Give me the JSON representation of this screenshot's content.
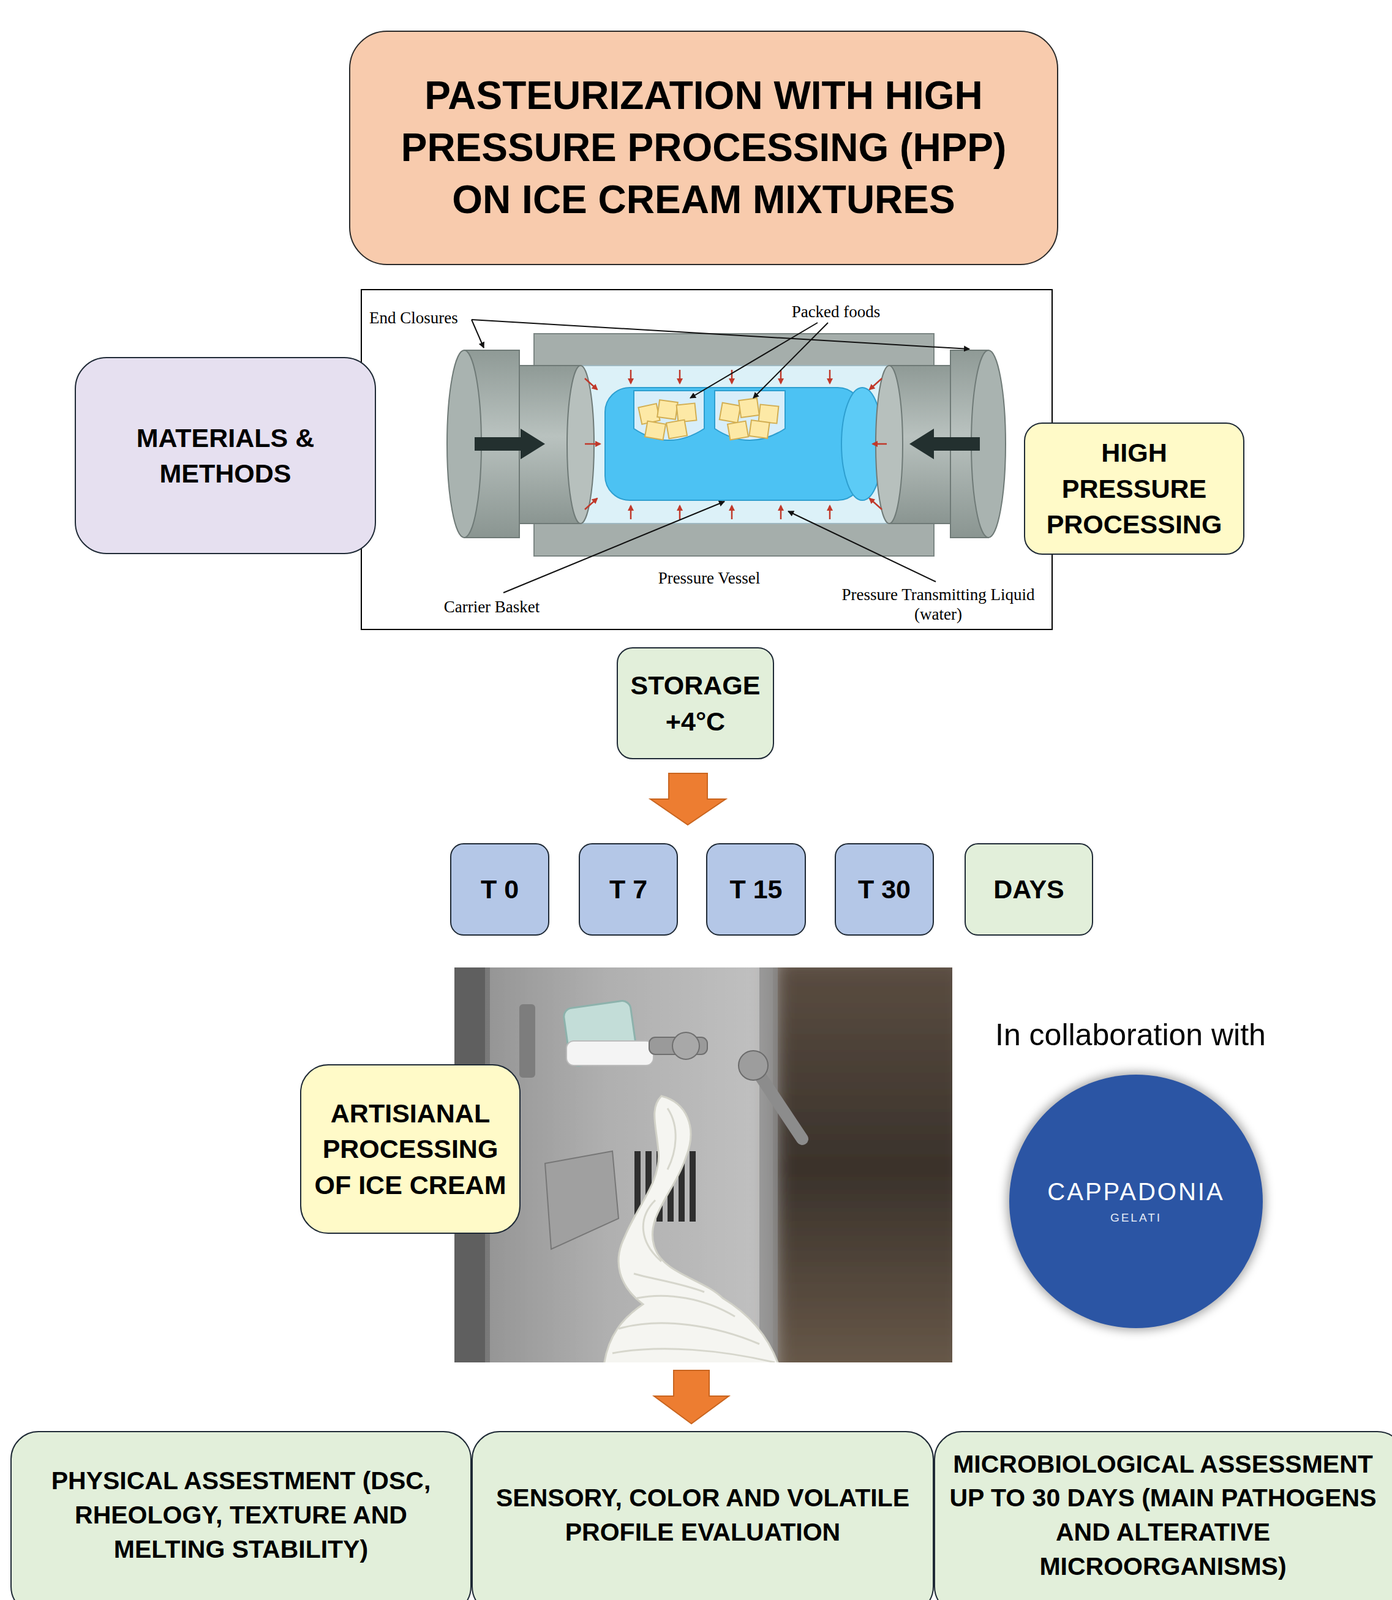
{
  "diagram": {
    "title": "PASTEURIZATION WITH HIGH PRESSURE PROCESSING (HPP) ON ICE CREAM MIXTURES",
    "nodes": [
      {
        "text": [
          "MATERIALS & METHODS"
        ]
      },
      {
        "text": [
          "HIGH PRESSURE PROCESSING"
        ]
      },
      {
        "text": [
          "STORAGE +4°C"
        ]
      },
      {
        "text": [
          "T 0"
        ]
      },
      {
        "text": [
          "T 7"
        ]
      },
      {
        "text": [
          "T 15"
        ]
      },
      {
        "text": [
          "T 30"
        ]
      },
      {
        "text": [
          "DAYS"
        ]
      },
      {
        "text": [
          "ARTISIANAL PROCESSING OF ICE CREAM"
        ]
      },
      {
        "text": [
          "CAPPADONIA",
          "GELATI"
        ]
      },
      {
        "text": [
          "PHYSICAL ASSESTMENT (DSC, RHEOLOGY, TEXTURE AND MELTING STABILITY)"
        ]
      },
      {
        "text": [
          "SENSORY, COLOR AND VOLATILE PROFILE EVALUATION"
        ]
      },
      {
        "text": [
          "MICROBIOLOGICAL ASSESSMENT UP TO 30 DAYS (MAIN PATHOGENS AND ALTERATIVE MICROORGANISMS)"
        ]
      }
    ],
    "labels": [
      "End Closures",
      "Packed foods",
      "Pressure Vessel",
      "Carrier Basket",
      "Pressure Transmitting Liquid (water)",
      "In collaboration with"
    ]
  }
}
